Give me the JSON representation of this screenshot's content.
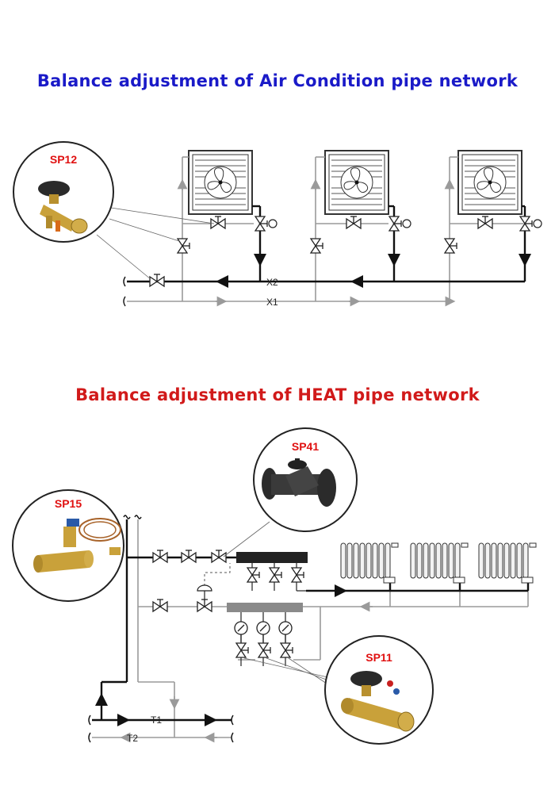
{
  "titles": {
    "air": "Balance adjustment of Air Condition pipe network",
    "heat": "Balance adjustment of HEAT pipe network"
  },
  "air": {
    "callout": "SP12",
    "labels": {
      "supply": "X2",
      "return": "X1"
    }
  },
  "heat": {
    "callouts": {
      "strainer": "SP41",
      "diff_valve": "SP15",
      "balancing": "SP11"
    },
    "labels": {
      "supply": "T1",
      "return": "T2"
    }
  },
  "colors": {
    "air_title": "#1a1ac8",
    "heat_title": "#d11a1a",
    "callout_text": "#e01010",
    "pipe_main": "#111111",
    "pipe_secondary": "#9a9a9a",
    "brass": "#c9a13a"
  }
}
